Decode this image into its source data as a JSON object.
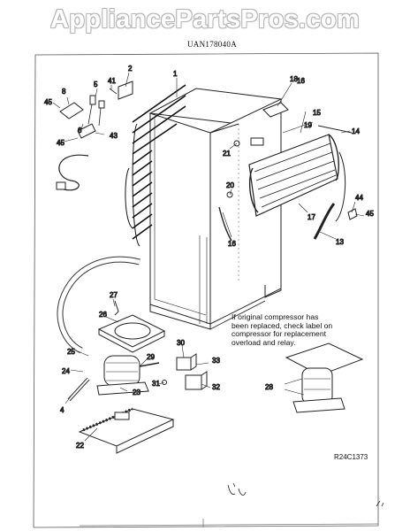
{
  "watermark": "AppliancePartsPros.com",
  "model_number": "UAN178040A",
  "note_lines": [
    "If original compressor has",
    "been replaced, check label on",
    "compressor for replacement",
    "overload and relay."
  ],
  "diagram_ref": "R24C1373",
  "part_callouts": [
    "1",
    "2",
    "4",
    "5",
    "6",
    "8",
    "13",
    "14",
    "15",
    "16",
    "16",
    "17",
    "18",
    "19",
    "20",
    "21",
    "22",
    "23",
    "24",
    "25",
    "26",
    "27",
    "28",
    "29",
    "30",
    "31",
    "32",
    "33",
    "41",
    "43",
    "44",
    "45",
    "45",
    "45"
  ]
}
